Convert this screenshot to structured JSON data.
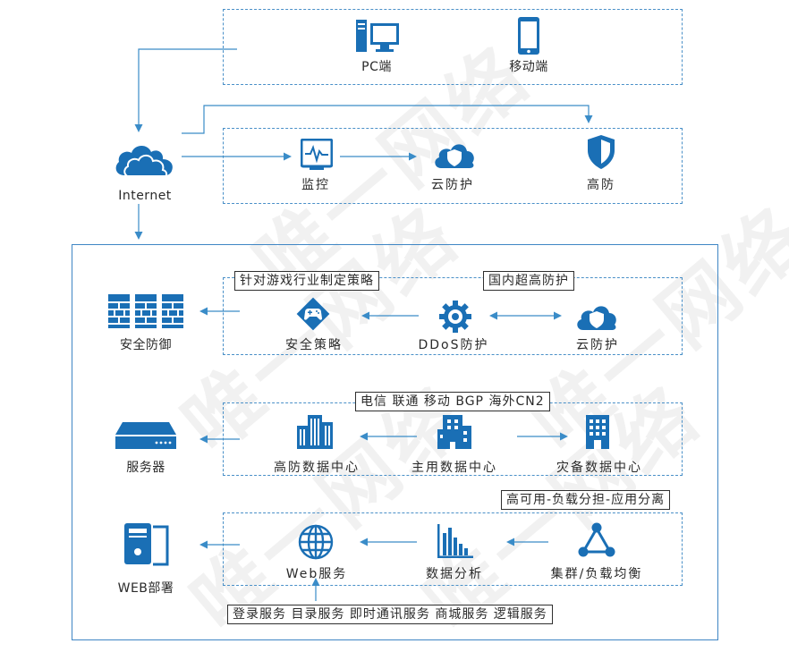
{
  "top": {
    "pc_label": "PC端",
    "mobile_label": "移动端"
  },
  "internet": {
    "label": "Internet"
  },
  "protect": {
    "monitor_label": "监控",
    "cloud_label": "云防护",
    "high_label": "高防"
  },
  "security": {
    "tag_left": "针对游戏行业制定策略",
    "tag_right": "国内超高防护",
    "policy_label": "安全策略",
    "ddos_label": "DDoS防护",
    "cloud_label": "云防护",
    "side_label": "安全防御"
  },
  "datacenter": {
    "tag": "电信 联通 移动 BGP 海外CN2",
    "high_label": "高防数据中心",
    "main_label": "主用数据中心",
    "backup_label": "灾备数据中心",
    "side_label": "服务器"
  },
  "web": {
    "tag": "高可用-负载分担-应用分离",
    "web_label": "Web服务",
    "analysis_label": "数据分析",
    "cluster_label": "集群/负载均衡",
    "side_label": "WEB部署",
    "services_tag": "登录服务 目录服务 即时通讯服务 商城服务 逻辑服务"
  },
  "colors": {
    "accent": "#1a6fb5",
    "box": "#4a90c8",
    "line": "#3a8cc8"
  }
}
